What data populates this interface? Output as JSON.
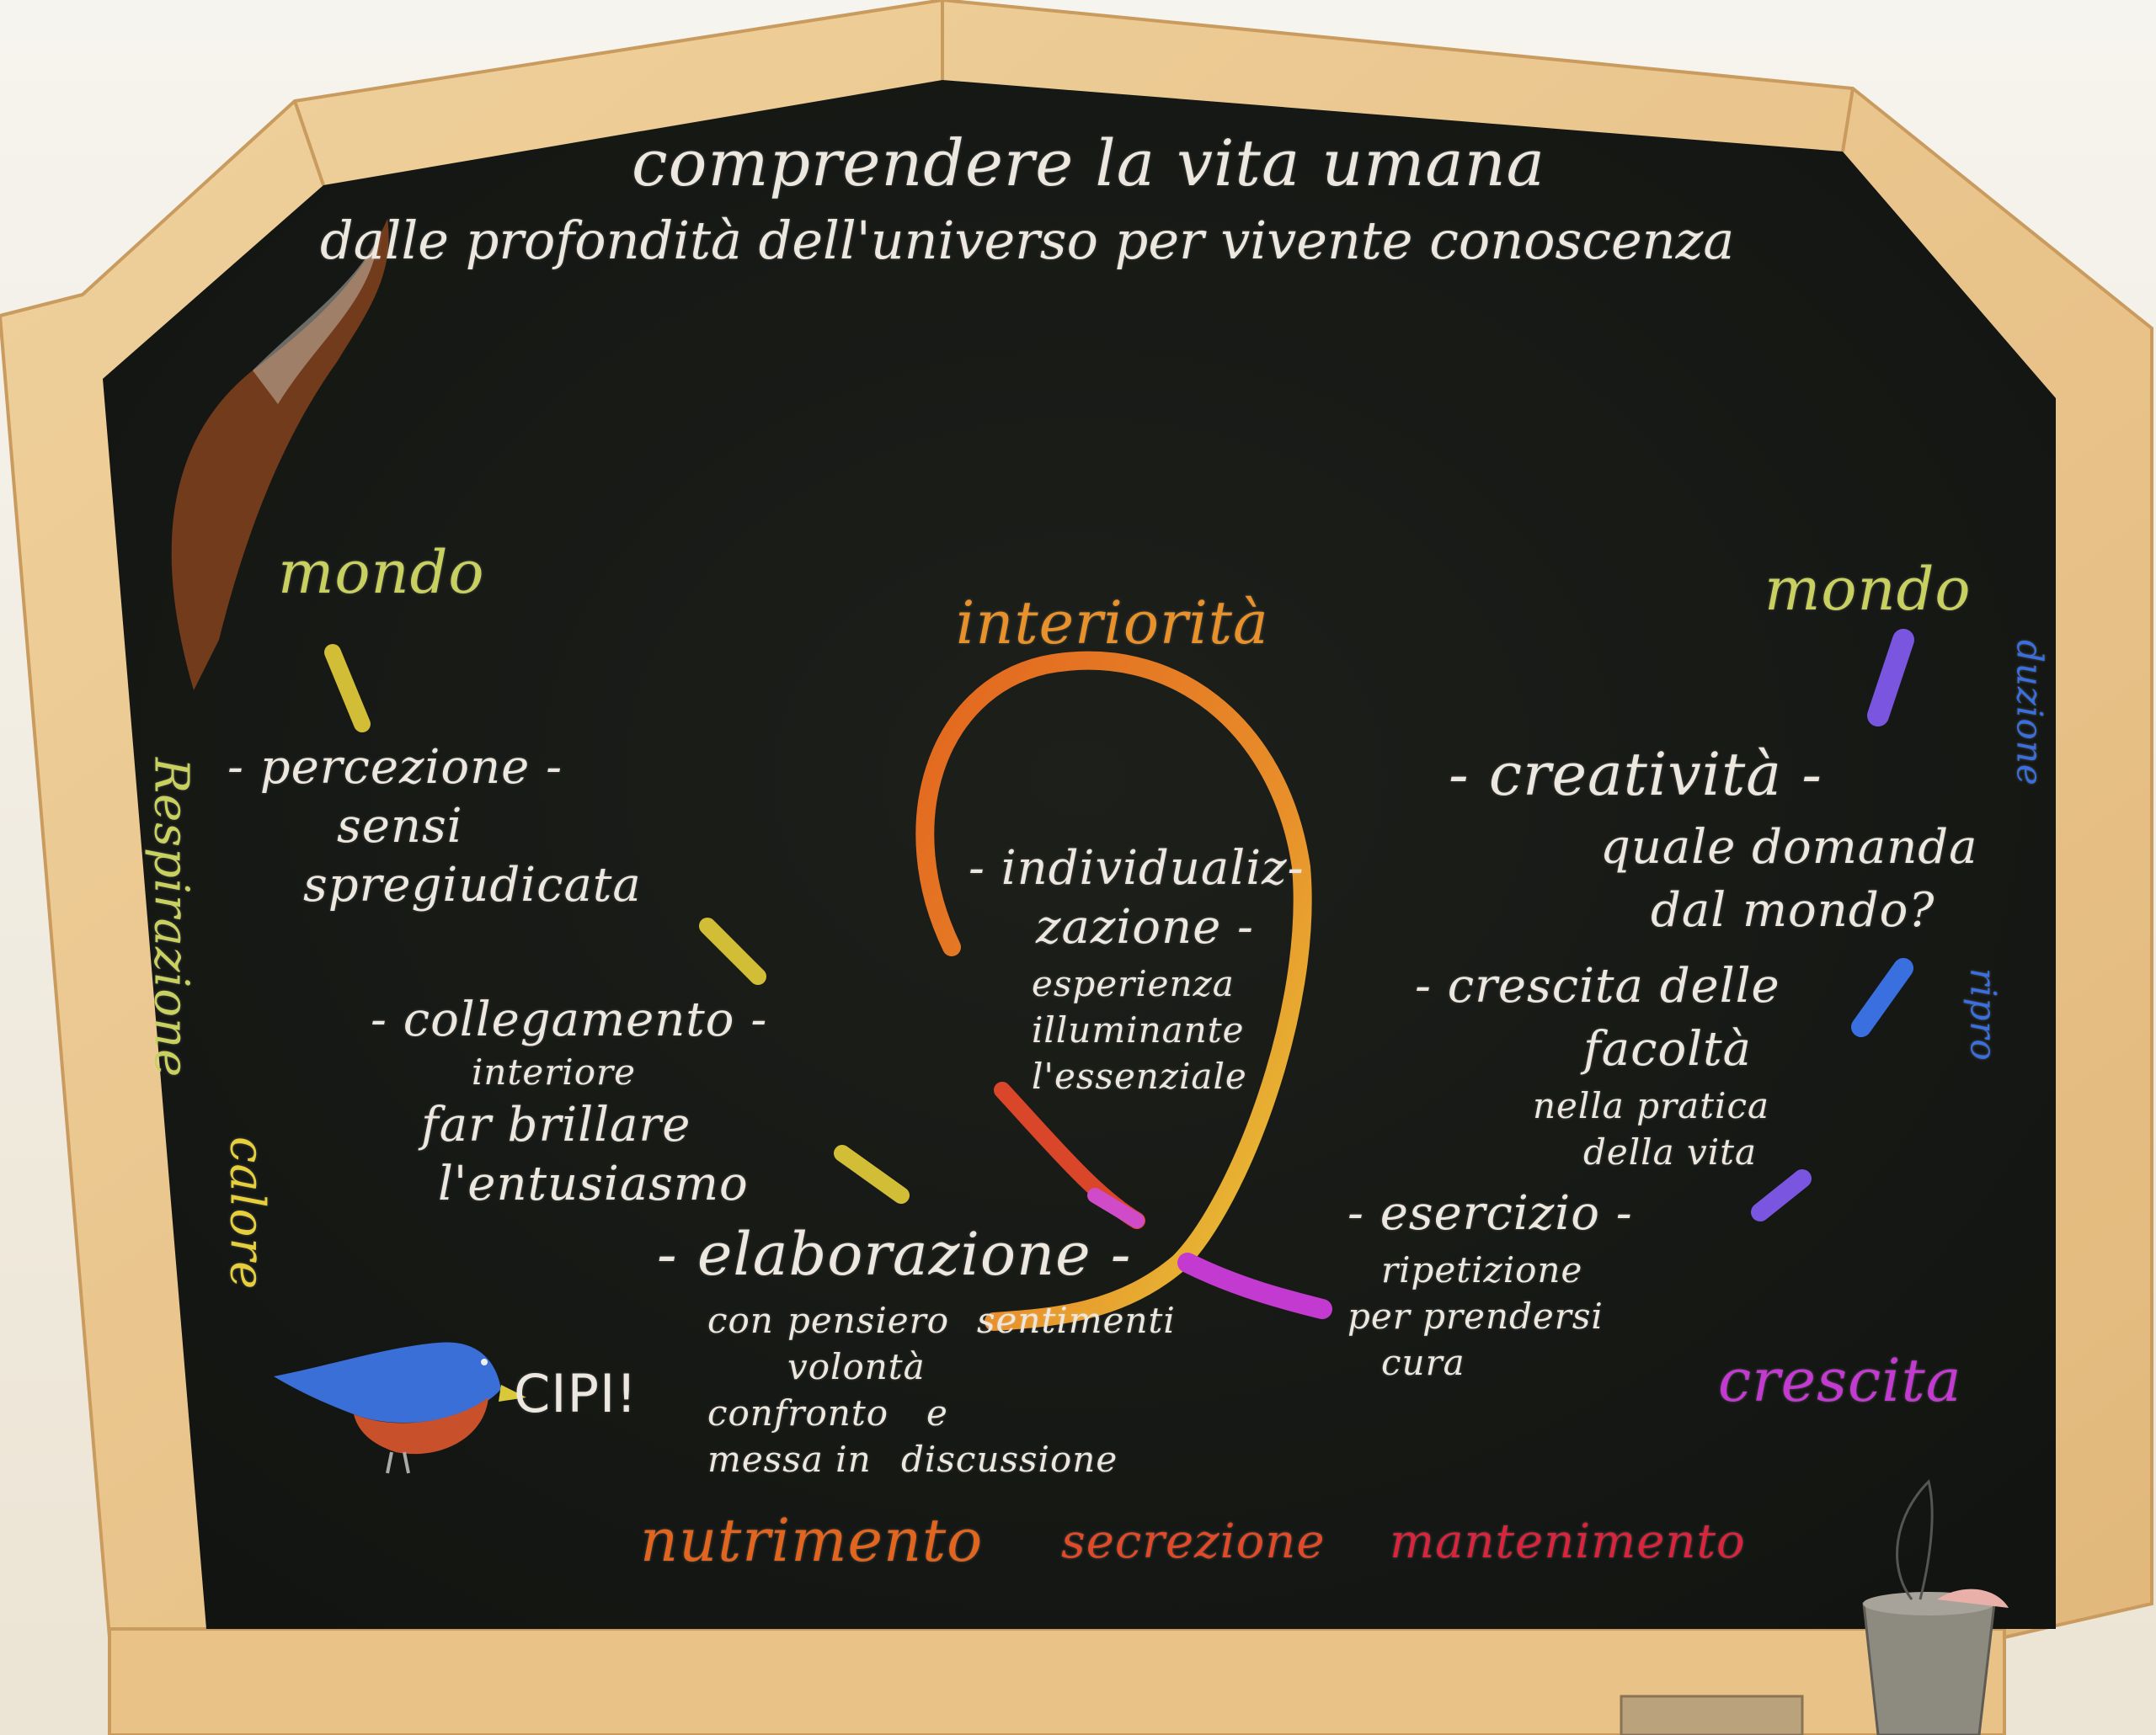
{
  "title": {
    "line1": "comprendere la vita umana",
    "line2": "dalle profondità dell'universo per vivente conoscenza"
  },
  "left": {
    "world": "mondo",
    "respiration": "Respirazione",
    "warmth": "calore",
    "perception": "- percezione -",
    "senses": "sensi",
    "unprejudiced": "spregiudicata",
    "connection": "- collegamento -",
    "inner": "interiore",
    "make_shine": "far brillare",
    "enthusiasm": "l'entusiasmo",
    "elaboration": "- elaborazione -",
    "with": "con",
    "thought": "pensiero",
    "feelings": "sentimenti",
    "will": "volontà",
    "comparison": "confronto",
    "and": "e",
    "questioning_1": "messa in",
    "questioning_2": "discussione",
    "bird_call": "CIPI!"
  },
  "center": {
    "interiority": "interiorità",
    "individualization_1": "- individualiz-",
    "individualization_2": "zazione -",
    "experience": "esperienza",
    "illuminating": "illuminante",
    "essential": "l'essenziale"
  },
  "right": {
    "world": "mondo",
    "creativity": "- creatività -",
    "question_1": "quale domanda",
    "question_2": "dal mondo?",
    "growth_of": "- crescita delle",
    "faculties": "facoltà",
    "in_practice": "nella pratica",
    "of_life": "della vita",
    "exercise": "- esercizio -",
    "repetition": "ripetizione",
    "take_care_1": "per prendersi",
    "take_care_2": "cura",
    "growth": "crescita",
    "reproduction_1": "ripro",
    "reproduction_2": "duzione"
  },
  "bottom": {
    "nutrition": "nutrimento",
    "secretion": "secrezione",
    "maintenance": "mantenimento"
  },
  "colors": {
    "board": "#161815",
    "wood": "#e9c48c",
    "chalk_white": "#ece8df",
    "yellow": "#e6cf3a",
    "yellow_green": "#c8d060",
    "orange": "#e2651f",
    "magenta": "#c23ad0",
    "blue": "#3a6fe0",
    "crimson": "#d8243c"
  }
}
